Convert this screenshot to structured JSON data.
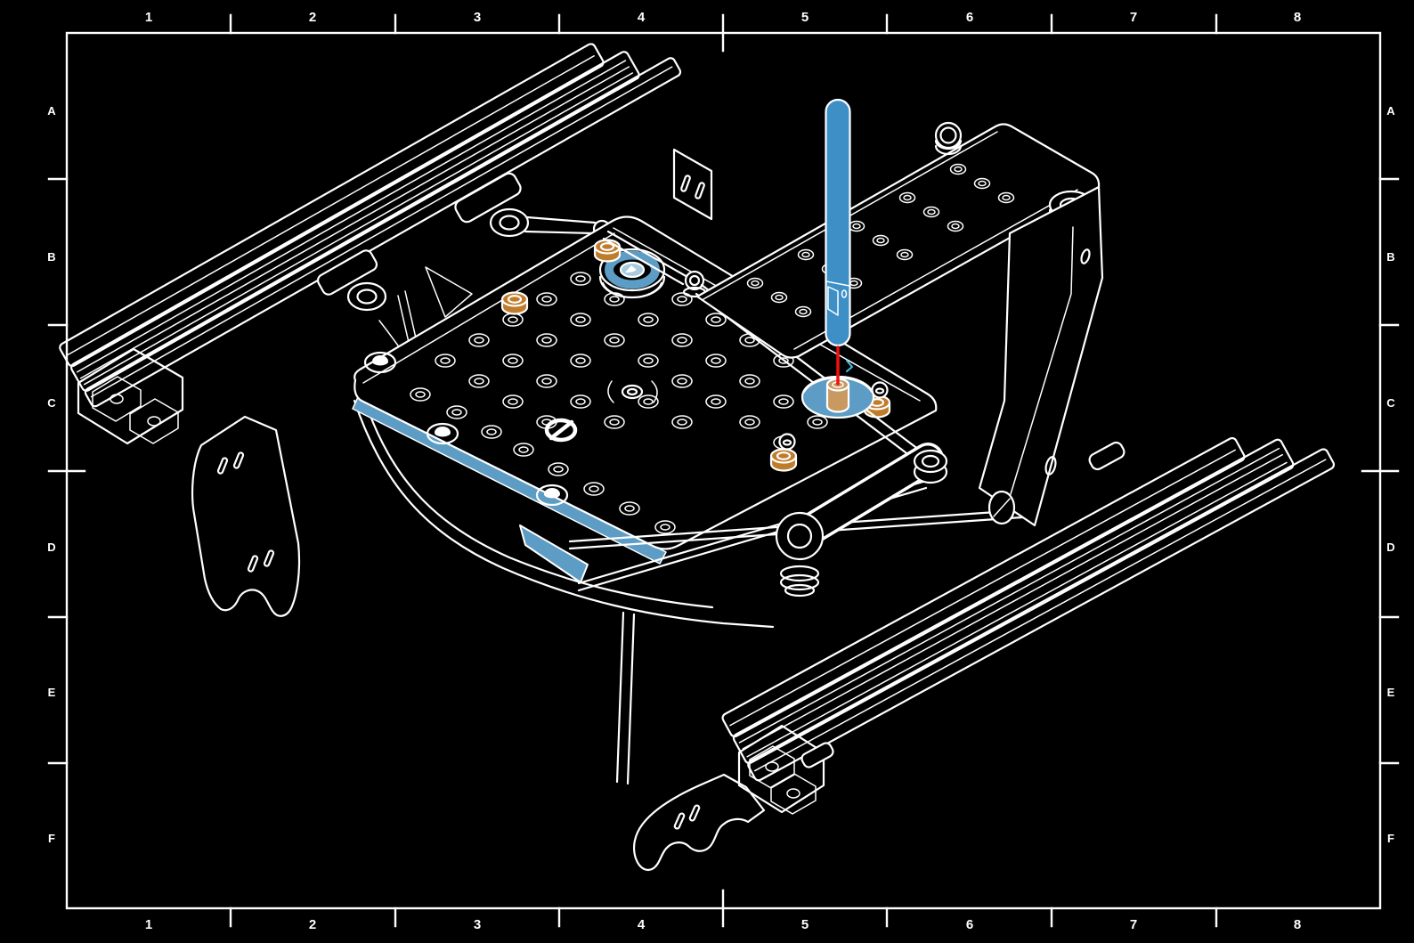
{
  "frame": {
    "columns": [
      "1",
      "2",
      "3",
      "4",
      "5",
      "6",
      "7",
      "8"
    ],
    "rows": [
      "A",
      "B",
      "C",
      "D",
      "E",
      "F"
    ]
  },
  "colors": {
    "background": "#000000",
    "line": "#ffffff",
    "tool_blue": "#3d8fc6",
    "highlight_blue": "#5d9cc4",
    "highlight_blue_light": "#a9cadd",
    "standoff_orange": "#c07c2b",
    "standoff_tan": "#c89a62",
    "alignment_red": "#f01010",
    "direction_cyan": "#3ec6e8"
  }
}
